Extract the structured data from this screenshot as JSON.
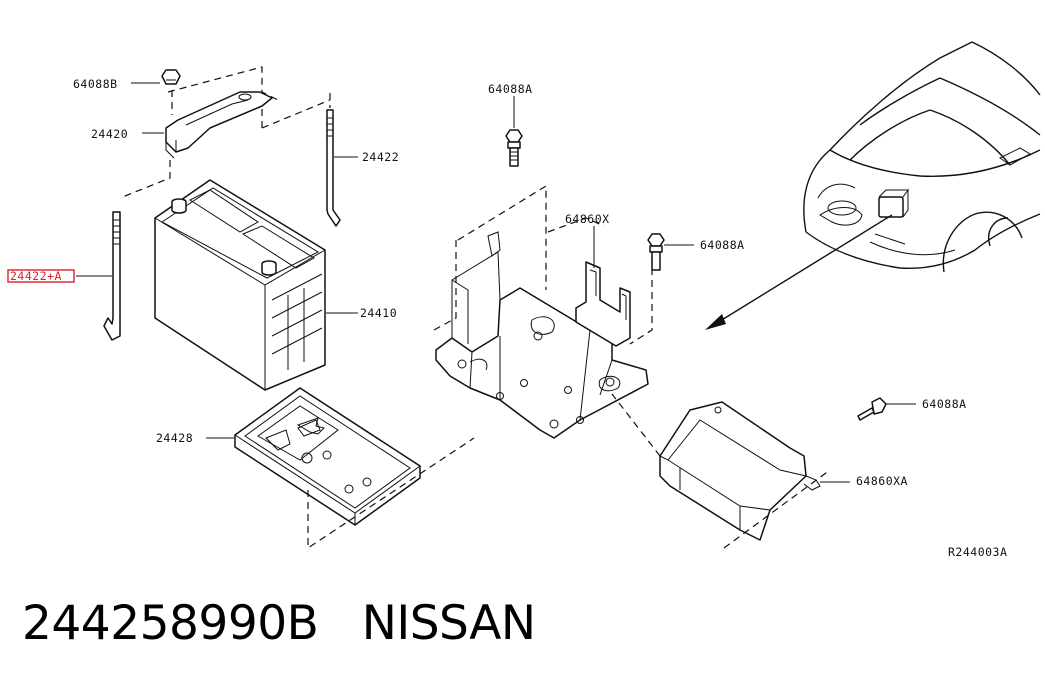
{
  "labels": {
    "nut_top": "64088B",
    "bracket": "24420",
    "rod_right": "24422",
    "rod_left": "24422+A",
    "battery": "24410",
    "tray": "24428",
    "bolt_top": "64088A",
    "holder_bracket": "64860X",
    "bolt_mid": "64088A",
    "bolt_low": "64088A",
    "cover": "64860XA",
    "diagram_code": "R244003A"
  },
  "caption": {
    "part_number": "244258990B",
    "brand": "NISSAN"
  },
  "highlight_color": "#e0202a"
}
